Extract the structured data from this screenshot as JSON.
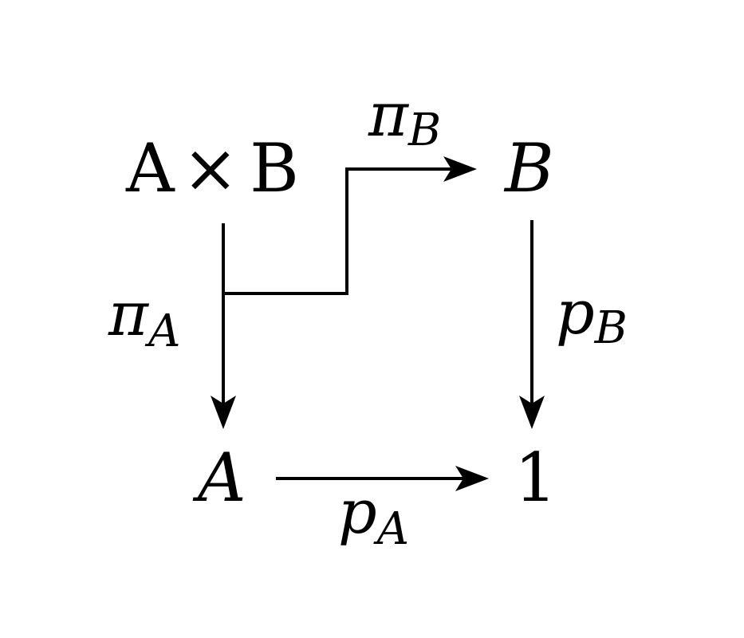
{
  "diagram": {
    "nodes": {
      "product": {
        "left": "A",
        "op": "×",
        "right": "B"
      },
      "b": "B",
      "a": "A",
      "terminal": "1"
    },
    "arrows": {
      "pi_b": {
        "base": "π",
        "sub": "B"
      },
      "pi_a": {
        "base": "π",
        "sub": "A"
      },
      "p_b": {
        "base": "p",
        "sub": "B"
      },
      "p_a": {
        "base": "p",
        "sub": "A"
      }
    },
    "colors": {
      "ink": "#000000",
      "background": "#ffffff"
    }
  }
}
